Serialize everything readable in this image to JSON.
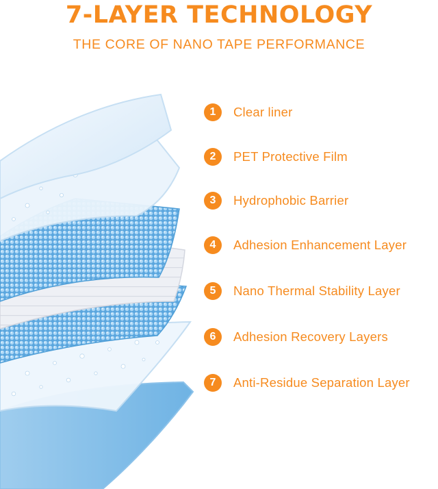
{
  "header": {
    "title": "7-LAYER TECHNOLOGY",
    "subtitle": "THE CORE OF NANO TAPE PERFORMANCE"
  },
  "colors": {
    "accent": "#f68b1f",
    "layer_blue": "#7fbfe9",
    "layer_light": "#dcecf8",
    "layer_grey": "#e8e9ee"
  },
  "layers": [
    {
      "number": "1",
      "label": "Clear liner"
    },
    {
      "number": "2",
      "label": "PET Protective Film"
    },
    {
      "number": "3",
      "label": "Hydrophobic Barrier"
    },
    {
      "number": "4",
      "label": "Adhesion Enhancement Layer"
    },
    {
      "number": "5",
      "label": "Nano Thermal Stability Layer"
    },
    {
      "number": "6",
      "label": "Adhesion Recovery Layers"
    },
    {
      "number": "7",
      "label": "Anti-Residue Separation Layer"
    }
  ]
}
